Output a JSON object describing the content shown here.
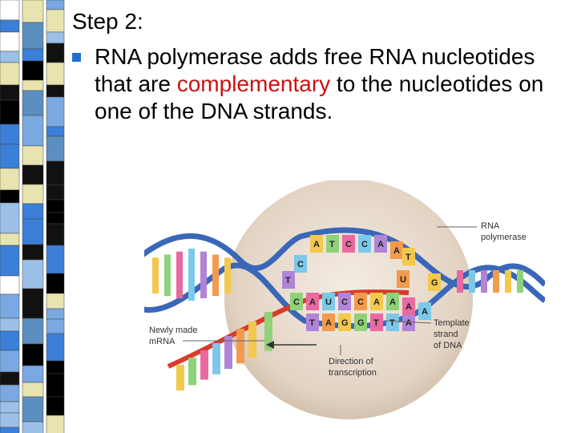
{
  "slide": {
    "title": "Step 2:",
    "bullet": {
      "before": "RNA polymerase adds free RNA nucleotides that are ",
      "highlight": "complementary",
      "after": " to the nucleotides on one of the DNA strands."
    }
  },
  "figure": {
    "labels": {
      "rna_polymerase_line1": "RNA",
      "rna_polymerase_line2": "polymerase",
      "newly_made_line1": "Newly made",
      "newly_made_line2": "mRNA",
      "template_line1": "Template",
      "template_line2": "strand",
      "template_line3": "of DNA",
      "direction_line1": "Direction of",
      "direction_line2": "transcription"
    },
    "top_strand_bases": [
      "A",
      "T",
      "C",
      "C",
      "A",
      "A",
      "T"
    ],
    "side_bases": [
      "C",
      "T",
      "U",
      "G"
    ],
    "mrna_bases": [
      "C",
      "A",
      "U",
      "C",
      "C",
      "A",
      "A",
      "A",
      "A"
    ],
    "template_bases": [
      "T",
      "A",
      "G",
      "G",
      "T",
      "T",
      "A"
    ],
    "colors": {
      "accent_highlight": "#cc1111",
      "bullet": "#1f6fd1",
      "polymerase": "#e8dccf",
      "dna_backbone": "#3a67b8",
      "mrna_backbone": "#d93a2b"
    }
  }
}
